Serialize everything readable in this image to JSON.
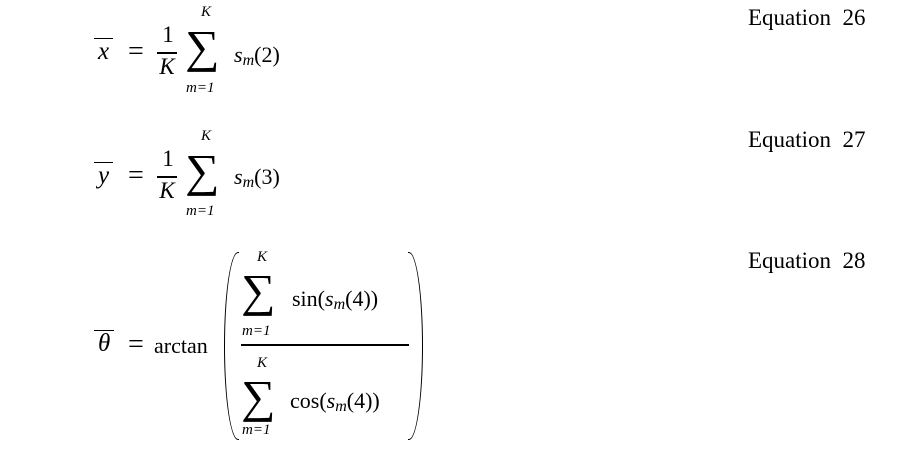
{
  "document": {
    "equations": [
      {
        "label": "Equation  26",
        "number": 26,
        "lhs": "x",
        "lhs_has_bar": true,
        "equals": "=",
        "coefficient": {
          "numerator": "1",
          "denominator": "K"
        },
        "sum": {
          "symbol": "∑",
          "upper": "K",
          "lower": "m=1"
        },
        "term": {
          "base": "s",
          "subscript": "m",
          "arg": "(2)"
        }
      },
      {
        "label": "Equation  27",
        "number": 27,
        "lhs": "y",
        "lhs_has_bar": true,
        "equals": "=",
        "coefficient": {
          "numerator": "1",
          "denominator": "K"
        },
        "sum": {
          "symbol": "∑",
          "upper": "K",
          "lower": "m=1"
        },
        "term": {
          "base": "s",
          "subscript": "m",
          "arg": "(3)"
        }
      },
      {
        "label": "Equation  28",
        "number": 28,
        "lhs": "θ",
        "lhs_has_bar": true,
        "equals": "=",
        "function": "arctan",
        "numerator": {
          "sum": {
            "symbol": "∑",
            "upper": "K",
            "lower": "m=1"
          },
          "fn_open": "sin(",
          "base": "s",
          "subscript": "m",
          "arg": "(4))"
        },
        "denominator": {
          "sum": {
            "symbol": "∑",
            "upper": "K",
            "lower": "m=1"
          },
          "fn_open": "cos(",
          "base": "s",
          "subscript": "m",
          "arg": "(4))"
        }
      }
    ]
  }
}
